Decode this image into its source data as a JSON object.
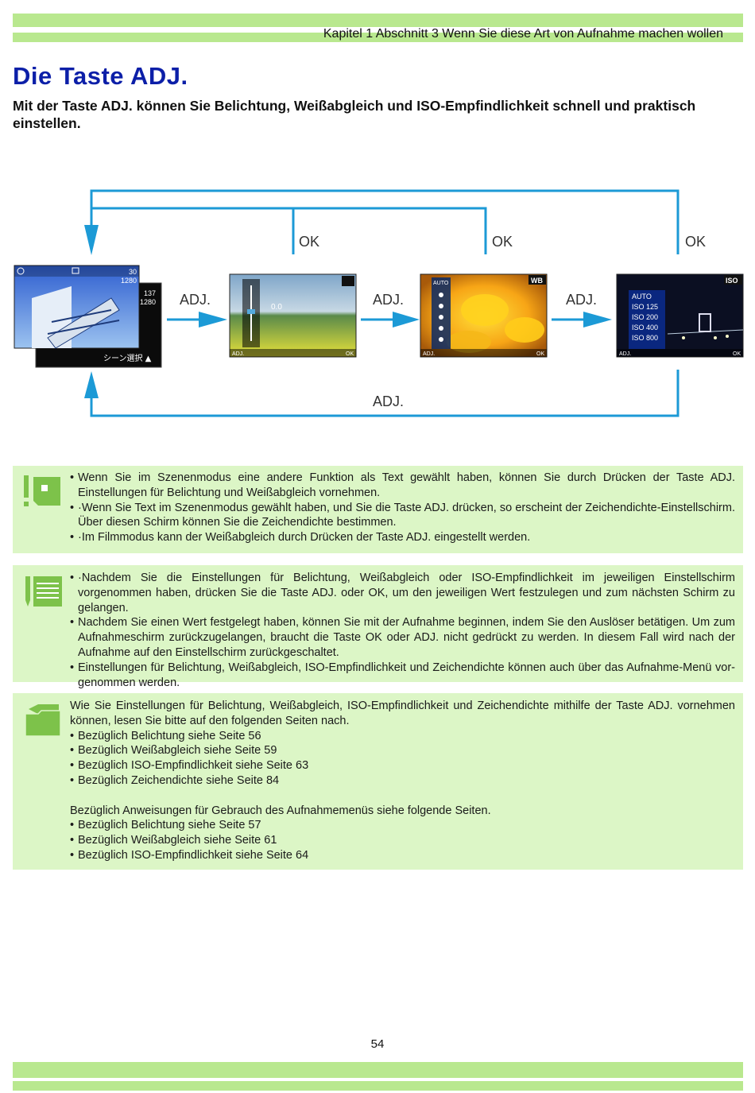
{
  "header": {
    "chapter": "Kapitel 1 Abschnitt 3 Wenn Sie diese Art von Aufnahme machen wollen"
  },
  "title": "Die Taste ADJ.",
  "intro": "Mit der Taste ADJ. können Sie Belichtung, Weißabgleich und ISO-Empfindlichkeit schnell und praktisch einstellen.",
  "diagram": {
    "ok_label": "OK",
    "adj_label": "ADJ.",
    "colors": {
      "arrow": "#1c9ad6"
    },
    "screen1": {
      "counter_top": "30",
      "res_top": "1280",
      "counter_back": "137",
      "res_back": "1280",
      "scene_select": "シーン選択 ▲"
    },
    "screen2": {
      "exposure_value": "0.0",
      "adj_tag": "ADJ.",
      "ok_tag": "OK"
    },
    "screen3": {
      "wb_badge": "WB",
      "auto_label": "AUTO",
      "adj_tag": "ADJ.",
      "ok_tag": "OK"
    },
    "screen4": {
      "iso_badge": "ISO",
      "options": [
        "AUTO",
        "ISO 125",
        "ISO 200",
        "ISO 400",
        "ISO 800"
      ],
      "adj_tag": "ADJ.",
      "ok_tag": "OK"
    }
  },
  "caution": {
    "icon": "caution-icon",
    "items": [
      "Wenn Sie im Szenenmodus eine andere Funktion als Text gewählt haben, können Sie durch Drücken der Taste ADJ. Einstellungen für Belichtung und Weißabgleich vornehmen.",
      "·Wenn Sie Text im Szenenmodus gewählt haben, und Sie die Taste ADJ. drücken, so erscheint der Zeichendichte-Einstellschirm. Über diesen Schirm können Sie die Zeichendichte bestimmen.",
      "·Im Filmmodus kann der Weißabgleich durch Drücken der Taste ADJ. eingestellt werden."
    ]
  },
  "note": {
    "icon": "memo-icon",
    "items": [
      "·Nachdem Sie die Einstellungen für Belichtung, Weißabgleich oder ISO-Empfindlichkeit im jeweiligen Einstellschirm vorgenommen haben, drücken Sie die Taste ADJ. oder OK, um den jeweiligen Wert festzulegen und zum nächsten Schirm zu gelangen.",
      "Nachdem Sie einen Wert festgelegt haben, können Sie mit der Aufnahme beginnen, indem Sie den Auslöser betätigen. Um zum Aufnahmeschirm zurückzugelangen, braucht die Taste OK oder ADJ. nicht gedrückt zu werden. In diesem Fall wird nach der Aufnahme auf den Einstellschirm zurückgeschaltet.",
      "Einstellungen für Belichtung, Weißabgleich, ISO-Empfindlichkeit und Zeichendichte können auch über das Aufnahme-Menü vor-genommen werden."
    ]
  },
  "reference": {
    "icon": "folder-icon",
    "intro": "Wie Sie Einstellungen für Belichtung, Weißabgleich, ISO-Empfindlichkeit und Zeichendichte mithilfe der Taste ADJ. vornehmen können, lesen Sie bitte auf den folgenden Seiten nach.",
    "items_a": [
      "Bezüglich Belichtung siehe Seite 56",
      "Bezüglich Weißabgleich siehe Seite 59",
      "Bezüglich ISO-Empfindlichkeit siehe Seite 63",
      "Bezüglich Zeichendichte siehe Seite 84"
    ],
    "intro2": "Bezüglich Anweisungen für Gebrauch des Aufnahmemenüs siehe folgende Seiten.",
    "items_b": [
      "Bezüglich Belichtung siehe Seite 57",
      "Bezüglich Weißabgleich siehe Seite 61",
      "Bezüglich ISO-Empfindlichkeit siehe Seite 64"
    ]
  },
  "footer": {
    "page_number": "54"
  }
}
